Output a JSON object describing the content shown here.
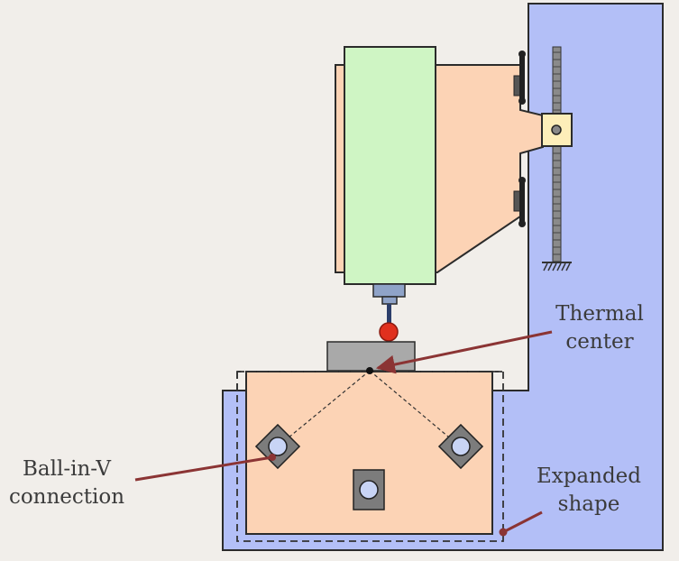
{
  "labels": {
    "thermal_center": [
      "Thermal",
      "center"
    ],
    "ball_in_v": [
      "Ball-in-V",
      "connection"
    ],
    "expanded_shape": [
      "Expanded",
      "shape"
    ]
  },
  "colors": {
    "background": "#f1eeea",
    "frame_blue": "#b3bff7",
    "body_peach": "#fcd3b5",
    "spindle_green": "#cff5c4",
    "arrow": "#8b3434",
    "probe_ball": "#e0301e",
    "block_grey": "#a9a9a9",
    "v_block": "#7c7c7c"
  },
  "icons": [
    "ball-in-v-block-icon",
    "probe-ball-icon",
    "rack-icon",
    "clamp-handle-icon"
  ]
}
